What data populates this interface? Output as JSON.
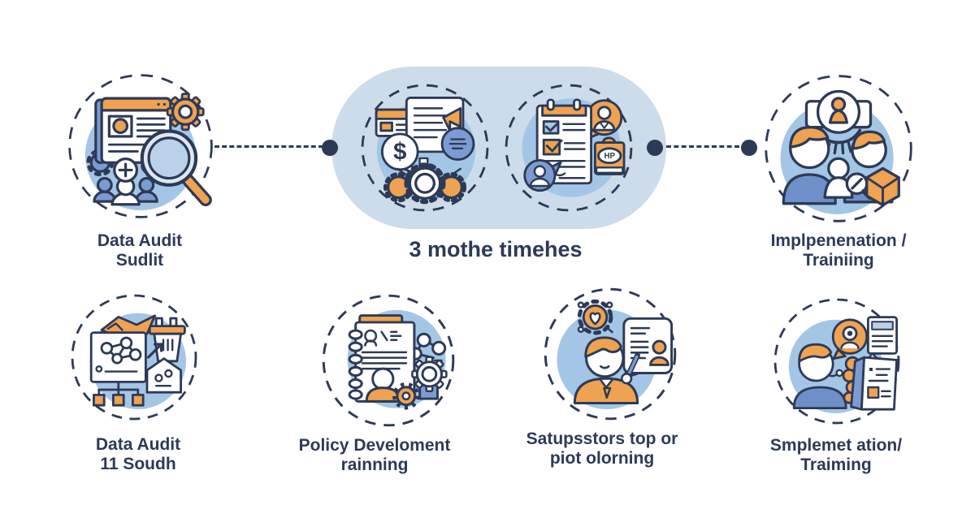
{
  "title": "3 mothe timehes",
  "nodes": [
    {
      "id": "data-audit-top",
      "icon": "audit-magnifier-icon",
      "label": [
        "Data Audit",
        "Sudlit"
      ]
    },
    {
      "id": "budget-plan-step",
      "icon": "budget-gears-icon",
      "label": []
    },
    {
      "id": "checklist-step",
      "icon": "checklist-icon",
      "label": []
    },
    {
      "id": "implementation-training-top",
      "icon": "team-training-icon",
      "label": [
        "Implpenenation  /",
        "Trainiing"
      ]
    },
    {
      "id": "data-audit-bottom",
      "icon": "data-analysis-icon",
      "label": [
        "Data Audit",
        "11 Soudh"
      ]
    },
    {
      "id": "policy-development",
      "icon": "policy-notebook-icon",
      "label": [
        "Policy Develoment",
        "rainning"
      ]
    },
    {
      "id": "pilot-coaching",
      "icon": "consultant-speech-icon",
      "label": [
        "Satupsstors top or",
        "piot olorning"
      ]
    },
    {
      "id": "implementation-training-bottom",
      "icon": "support-headset-icon",
      "label": [
        "Smplemet ation/",
        "Traiming"
      ]
    }
  ],
  "glyphs": {
    "dollar": "$",
    "stamp": "HP"
  },
  "colors": {
    "navy": "#2d3a56",
    "orange": "#efa251",
    "blob_blue": "#a3c6e6",
    "pill_blue": "#cddcea",
    "badge_blue": "#7b9bd2",
    "shirt_blue": "#6f8fc8",
    "light_blue": "#b9d2ea"
  }
}
